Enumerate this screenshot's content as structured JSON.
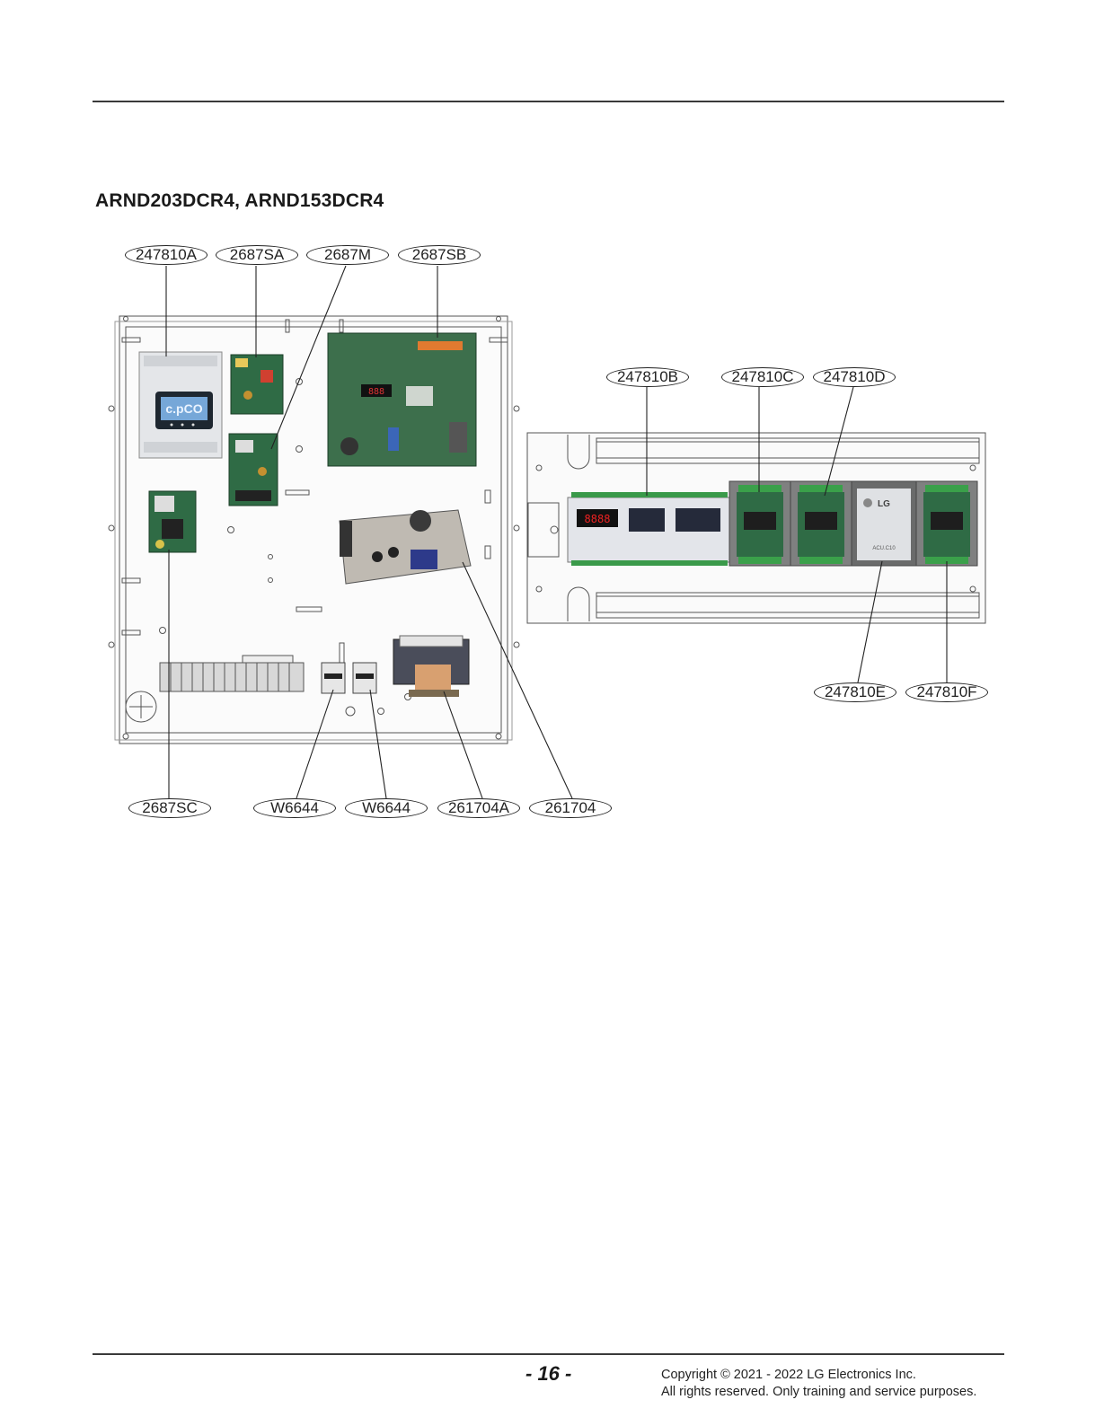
{
  "title": "ARND203DCR4, ARND153DCR4",
  "callouts": {
    "c247810A": "247810A",
    "c2687SA": "2687SA",
    "c2687M": "2687M",
    "c2687SB": "2687SB",
    "c247810B": "247810B",
    "c247810C": "247810C",
    "c247810D": "247810D",
    "c247810E": "247810E",
    "c247810F": "247810F",
    "c2687SC": "2687SC",
    "cW6644a": "W6644",
    "cW6644b": "W6644",
    "c261704A": "261704A",
    "c261704": "261704"
  },
  "controller_brand": "c.pCO",
  "module_brand": "LG",
  "module_model": "ACU.C10",
  "footer": {
    "page_number": "- 16 -",
    "copyright": "Copyright © 2021 - 2022 LG Electronics Inc.",
    "rights": "All rights reserved. Only training and service purposes."
  }
}
